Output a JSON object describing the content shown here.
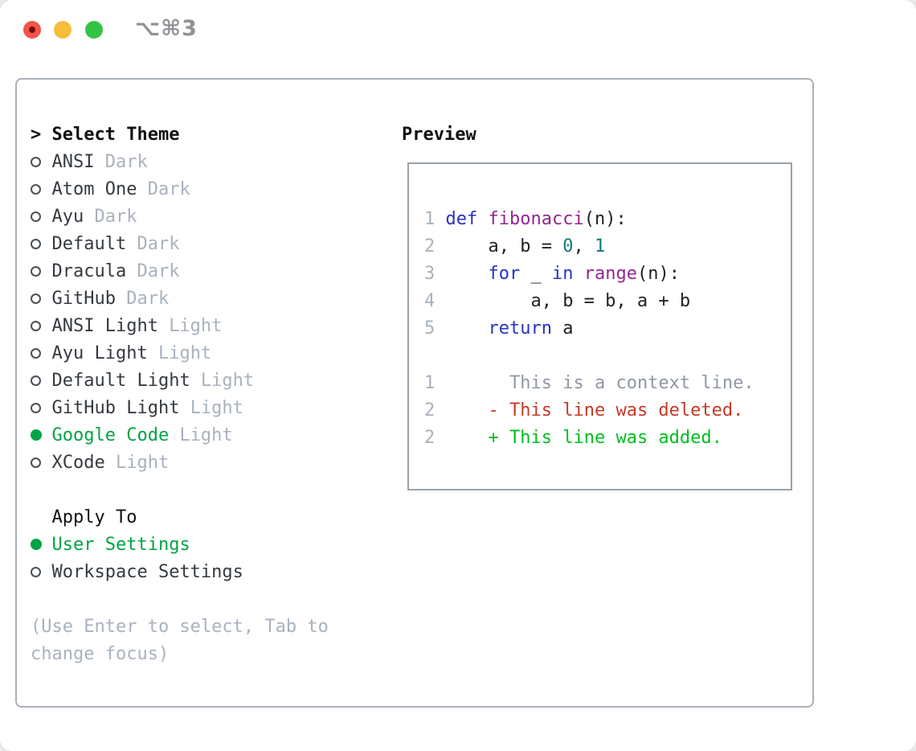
{
  "window": {
    "title": "⌥⌘3",
    "traffic_lights": [
      "close",
      "minimize",
      "zoom"
    ]
  },
  "colors": {
    "accent_green": "#00a344",
    "diff_added_green": "#00bd1f",
    "diff_deleted_red": "#c63a27",
    "keyword_blue": "#2832c2",
    "function_purple": "#93268f",
    "number_teal": "#0b7d74",
    "muted_gray": "#a9b2bd",
    "panel_border": "#a9b0b8"
  },
  "theme_panel": {
    "header": {
      "prompt": ">",
      "label": "Select Theme"
    },
    "themes": [
      {
        "name": "ANSI",
        "tag": "Dark",
        "selected": false
      },
      {
        "name": "Atom One",
        "tag": "Dark",
        "selected": false
      },
      {
        "name": "Ayu",
        "tag": "Dark",
        "selected": false
      },
      {
        "name": "Default",
        "tag": "Dark",
        "selected": false
      },
      {
        "name": "Dracula",
        "tag": "Dark",
        "selected": false
      },
      {
        "name": "GitHub",
        "tag": "Dark",
        "selected": false
      },
      {
        "name": "ANSI Light",
        "tag": "Light",
        "selected": false
      },
      {
        "name": "Ayu Light",
        "tag": "Light",
        "selected": false
      },
      {
        "name": "Default Light",
        "tag": "Light",
        "selected": false
      },
      {
        "name": "GitHub Light",
        "tag": "Light",
        "selected": false
      },
      {
        "name": "Google Code",
        "tag": "Light",
        "selected": true
      },
      {
        "name": "XCode",
        "tag": "Light",
        "selected": false
      }
    ],
    "apply_to": {
      "label": "Apply To",
      "options": [
        {
          "name": "User Settings",
          "selected": true
        },
        {
          "name": "Workspace Settings",
          "selected": false
        }
      ]
    },
    "hint": [
      "(Use Enter to select, Tab to",
      "change focus)"
    ]
  },
  "preview": {
    "label": "Preview",
    "code": [
      {
        "num": "1",
        "tokens": [
          {
            "c": "kw",
            "t": "def"
          },
          {
            "c": "pl",
            "t": " "
          },
          {
            "c": "fn",
            "t": "fibonacci"
          },
          {
            "c": "pl",
            "t": "(n):"
          }
        ]
      },
      {
        "num": "2",
        "tokens": [
          {
            "c": "pl",
            "t": "    a, b = "
          },
          {
            "c": "num",
            "t": "0"
          },
          {
            "c": "pl",
            "t": ", "
          },
          {
            "c": "num",
            "t": "1"
          }
        ]
      },
      {
        "num": "3",
        "tokens": [
          {
            "c": "pl",
            "t": "    "
          },
          {
            "c": "kw",
            "t": "for"
          },
          {
            "c": "pl",
            "t": " _ "
          },
          {
            "c": "kw",
            "t": "in"
          },
          {
            "c": "pl",
            "t": " "
          },
          {
            "c": "fn",
            "t": "range"
          },
          {
            "c": "pl",
            "t": "(n):"
          }
        ]
      },
      {
        "num": "4",
        "tokens": [
          {
            "c": "pl",
            "t": "        a, b = b, a + b"
          }
        ]
      },
      {
        "num": "5",
        "tokens": [
          {
            "c": "pl",
            "t": "    "
          },
          {
            "c": "kw",
            "t": "return"
          },
          {
            "c": "pl",
            "t": " a"
          }
        ]
      }
    ],
    "diff": [
      {
        "num": "1",
        "marker": " ",
        "text": "This is a context line.",
        "kind": "context"
      },
      {
        "num": "2",
        "marker": "-",
        "text": "This line was deleted.",
        "kind": "deleted"
      },
      {
        "num": "2",
        "marker": "+",
        "text": "This line was added.",
        "kind": "added"
      }
    ]
  }
}
